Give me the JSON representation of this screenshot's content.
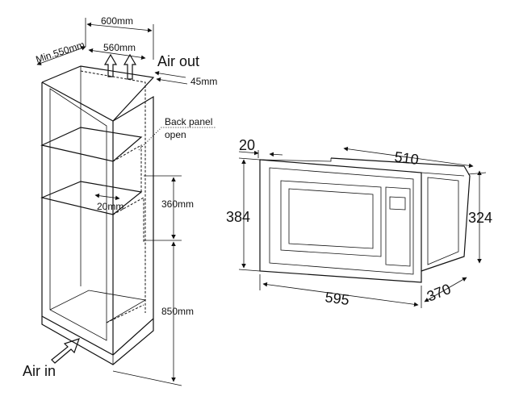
{
  "cabinet": {
    "dims": {
      "width_top": "600mm",
      "depth_min": "Min.550mm",
      "inner_width": "560mm",
      "gap_top": "45mm",
      "niche_height": "360mm",
      "niche_depth_gap": "20mm",
      "base_height": "850mm"
    },
    "labels": {
      "air_out": "Air out",
      "air_in": "Air in",
      "back_panel_line1": "Back panel",
      "back_panel_line2": "open"
    }
  },
  "appliance": {
    "dims": {
      "frame_depth": "20",
      "body_width": "510",
      "total_height": "384",
      "body_height": "324",
      "total_width": "595",
      "body_depth": "370"
    }
  }
}
